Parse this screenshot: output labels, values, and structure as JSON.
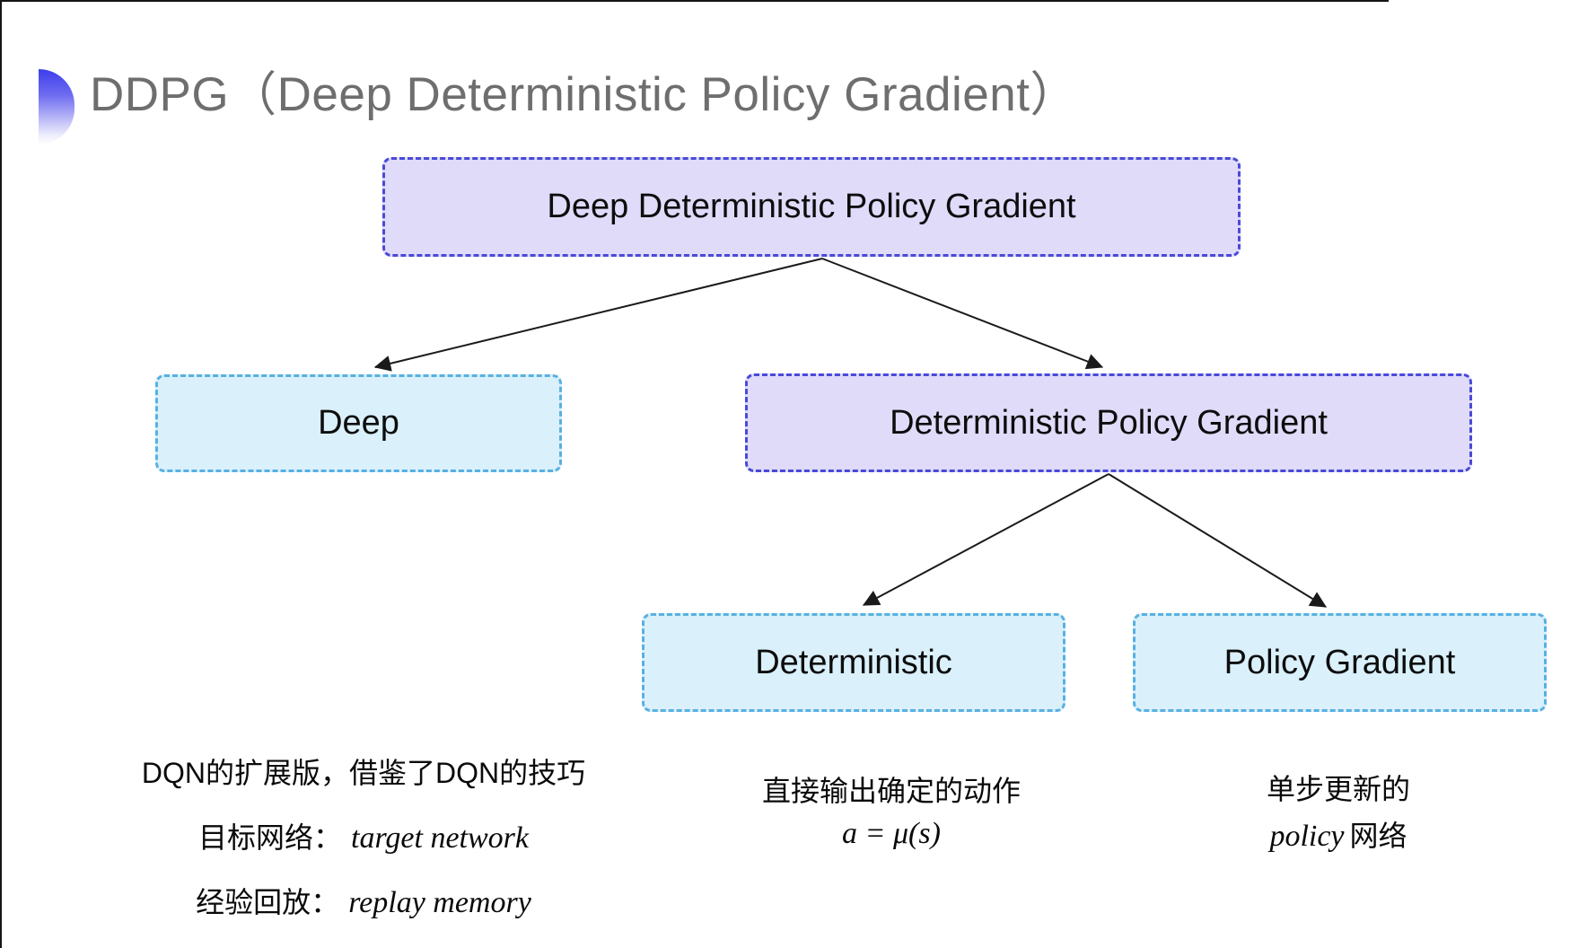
{
  "title": "DDPG（Deep Deterministic Policy Gradient）",
  "icon": {
    "name": "blue-gradient-semicircle-bullet",
    "color_top": "#3d3dec",
    "color_bottom": "#fdfdff"
  },
  "nodes": {
    "root": {
      "label": "Deep Deterministic Policy Gradient",
      "variant": "purple"
    },
    "deep": {
      "label": "Deep",
      "variant": "cyan"
    },
    "dpg": {
      "label": "Deterministic Policy Gradient",
      "variant": "purple"
    },
    "deterministic": {
      "label": "Deterministic",
      "variant": "cyan"
    },
    "policy_gradient": {
      "label": "Policy Gradient",
      "variant": "cyan"
    }
  },
  "edges": [
    {
      "from": "root",
      "to": "deep"
    },
    {
      "from": "root",
      "to": "dpg"
    },
    {
      "from": "dpg",
      "to": "deterministic"
    },
    {
      "from": "dpg",
      "to": "policy_gradient"
    }
  ],
  "notes": {
    "deep": {
      "line1": "DQN的扩展版，借鉴了DQN的技巧",
      "line2_label": "目标网络：",
      "line2_term": "target network",
      "line3_label": "经验回放：",
      "line3_term": "replay memory"
    },
    "deterministic": {
      "line1": "直接输出确定的动作",
      "formula": "a = μ(s)"
    },
    "policy_gradient": {
      "line1": "单步更新的",
      "line2_term": "policy",
      "line2_suffix": "网络"
    }
  },
  "colors": {
    "purple_fill": "#dfdbf9",
    "purple_border": "#4a49d8",
    "cyan_fill": "#daf0fb",
    "cyan_border": "#58b0e2",
    "title_gray": "#6e6e6e",
    "arrow": "#1a1a1a",
    "frame": "#151515"
  }
}
